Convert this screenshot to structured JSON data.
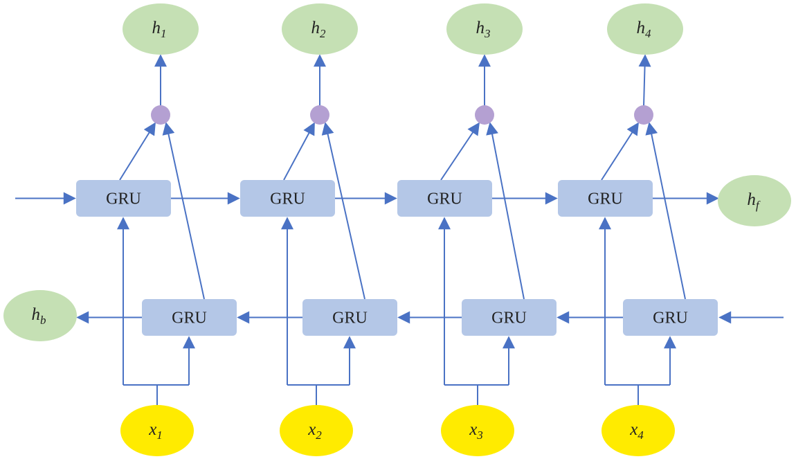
{
  "colors": {
    "gru_box": "#b4c7e7",
    "output_node": "#c5e0b4",
    "input_node": "#ffeb00",
    "merge_node": "#b4a0d2",
    "arrow": "#4a72c4"
  },
  "forward_layer": {
    "cells": [
      {
        "label": "GRU"
      },
      {
        "label": "GRU"
      },
      {
        "label": "GRU"
      },
      {
        "label": "GRU"
      }
    ],
    "final_state": {
      "base": "h",
      "sub": "f"
    }
  },
  "backward_layer": {
    "cells": [
      {
        "label": "GRU"
      },
      {
        "label": "GRU"
      },
      {
        "label": "GRU"
      },
      {
        "label": "GRU"
      }
    ],
    "final_state": {
      "base": "h",
      "sub": "b"
    }
  },
  "outputs": [
    {
      "base": "h",
      "sub": "1"
    },
    {
      "base": "h",
      "sub": "2"
    },
    {
      "base": "h",
      "sub": "3"
    },
    {
      "base": "h",
      "sub": "4"
    }
  ],
  "inputs": [
    {
      "base": "x",
      "sub": "1"
    },
    {
      "base": "x",
      "sub": "2"
    },
    {
      "base": "x",
      "sub": "3"
    },
    {
      "base": "x",
      "sub": "4"
    }
  ]
}
